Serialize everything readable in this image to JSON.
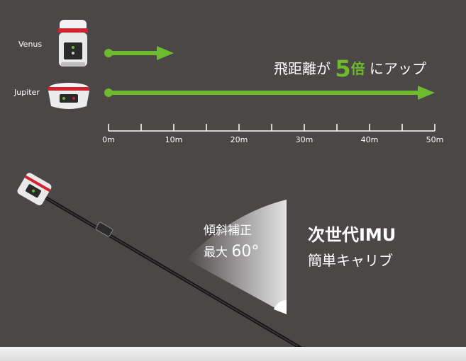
{
  "devices": [
    {
      "name": "Venus",
      "range_m": 10,
      "icon": "gnss-receiver-venus-icon"
    },
    {
      "name": "Jupiter",
      "range_m": 50,
      "icon": "gnss-receiver-jupiter-icon"
    }
  ],
  "headline": {
    "prefix": "飛距離が",
    "number": "5",
    "unit": "倍",
    "suffix": "にアップ"
  },
  "axis": {
    "unit": "m",
    "min": 0,
    "max": 50,
    "major_ticks": [
      "0m",
      "10m",
      "20m",
      "30m",
      "40m",
      "50m"
    ],
    "minor_step": 5
  },
  "tilt": {
    "line1": "傾斜補正",
    "line2_prefix": "最大",
    "angle": "60°"
  },
  "imu": {
    "title": "次世代IMU",
    "subtitle": "簡単キャリブ"
  },
  "colors": {
    "background": "#4a4746",
    "accent": "#6dbb2d",
    "text": "#ffffff",
    "device_red": "#d0232f"
  }
}
